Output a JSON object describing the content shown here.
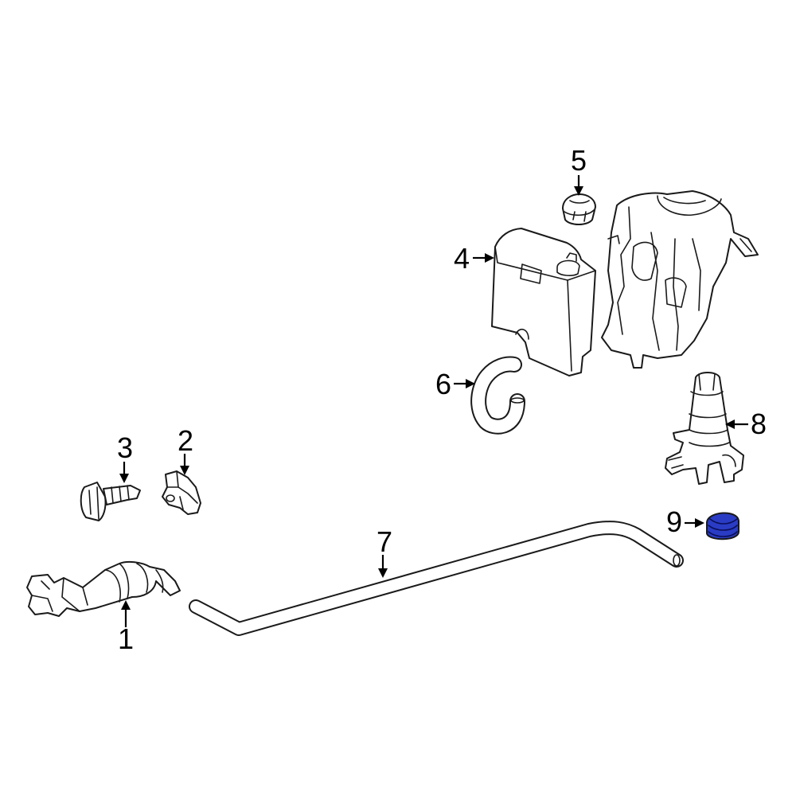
{
  "diagram": {
    "highlight_color": "#2a3cc4",
    "callouts": [
      {
        "id": "1",
        "label": "1"
      },
      {
        "id": "2",
        "label": "2"
      },
      {
        "id": "3",
        "label": "3"
      },
      {
        "id": "4",
        "label": "4"
      },
      {
        "id": "5",
        "label": "5"
      },
      {
        "id": "6",
        "label": "6"
      },
      {
        "id": "7",
        "label": "7"
      },
      {
        "id": "8",
        "label": "8"
      },
      {
        "id": "9",
        "label": "9"
      }
    ]
  }
}
